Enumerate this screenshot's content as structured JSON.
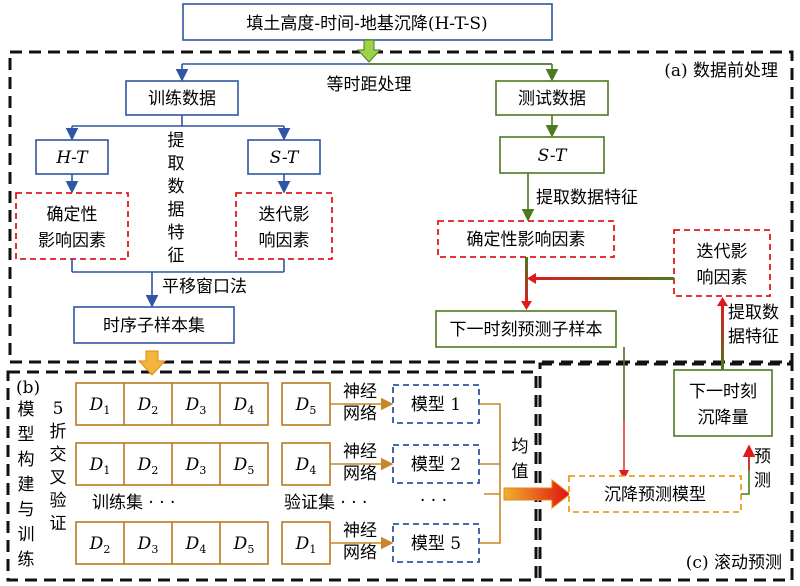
{
  "title": "填土高度-时间-地基沉降(H-T-S)",
  "section_a": {
    "label": "(a) 数据前处理",
    "equal_interval": "等时距处理",
    "train_data": "训练数据",
    "test_data": "测试数据",
    "ht": "H-T",
    "st_left": "S-T",
    "st_right": "S-T",
    "extract_vertical": [
      "提",
      "取",
      "数",
      "据",
      "特",
      "征"
    ],
    "determinate_factors": [
      "确定性",
      "影响因素"
    ],
    "iterative_factors": [
      "迭代影",
      "响因素"
    ],
    "shift_window": "平移窗口法",
    "series_subsample": "时序子样本集",
    "extract_features": "提取数据特征",
    "determinate_factors_right": "确定性影响因素",
    "next_subsample": "下一时刻预测子样本",
    "iterative_factors_right": [
      "迭代影",
      "响因素"
    ],
    "extract_features_right": [
      "提取数",
      "据特征"
    ]
  },
  "section_b": {
    "label": "(b)",
    "vertical_title": [
      "模",
      "型",
      "构",
      "建",
      "与",
      "训",
      "练"
    ],
    "fold_label": [
      "5",
      "折",
      "交",
      "叉",
      "验",
      "证"
    ],
    "rows": [
      {
        "train": [
          "D1",
          "D2",
          "D3",
          "D4"
        ],
        "val": "D5",
        "model": "模型 1"
      },
      {
        "train": [
          "D1",
          "D2",
          "D3",
          "D5"
        ],
        "val": "D4",
        "model": "模型 2"
      },
      {
        "train": [
          "D2",
          "D3",
          "D4",
          "D5"
        ],
        "val": "D1",
        "model": "模型 5"
      }
    ],
    "neural_net": [
      "神经",
      "网络"
    ],
    "train_set": "训练集 · · ·",
    "val_set": "验证集 · · ·",
    "dots": "· · ·",
    "mean": [
      "均",
      "值"
    ]
  },
  "section_c": {
    "label": "(c) 滚动预测",
    "model": "沉降预测模型",
    "next_settlement": [
      "下一时刻",
      "沉降量"
    ],
    "predict": [
      "预",
      "测"
    ]
  },
  "colors": {
    "blue": "#2F55A4",
    "green": "#4C7A1F",
    "red": "#E0191C",
    "orange": "#C8862A",
    "gold": "#E8A020"
  }
}
